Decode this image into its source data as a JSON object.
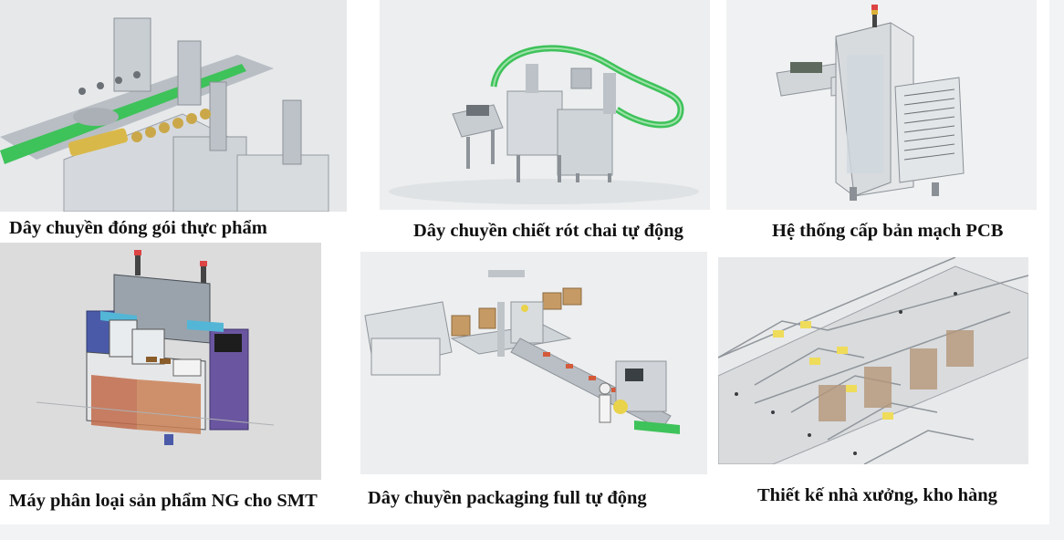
{
  "captions": {
    "food_packing": "Dây chuyền đóng gói thực phẩm",
    "bottle_filling": "Dây chuyền chiết rót chai tự động",
    "pcb_loader": "Hệ thống cấp bản mạch PCB",
    "ng_sorter": "Máy phân loại sản phẩm NG cho SMT",
    "full_packaging": "Dây chuyền packaging full tự động",
    "factory_design": "Thiết kế nhà xưởng, kho hàng"
  },
  "colors": {
    "page_bg": "#ffffff",
    "outer_bg": "#f2f3f5",
    "caption_text": "#111111",
    "conveyor_green": "#3ec25a",
    "steel": "#c9ced3",
    "machine_blue": "#4a5aa8",
    "machine_purple": "#6a56a0",
    "accent_yellow": "#e9d34a"
  }
}
